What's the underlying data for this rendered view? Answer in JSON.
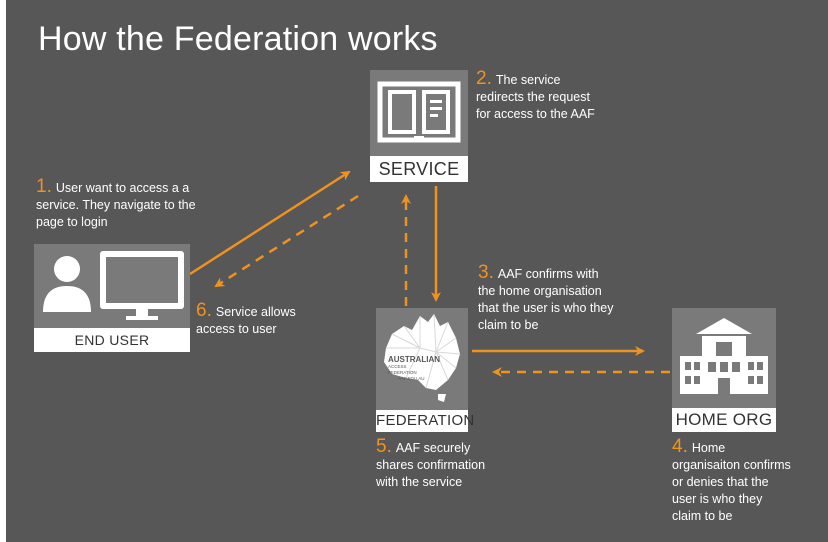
{
  "title": "How the Federation works",
  "nodes": {
    "service": "SERVICE",
    "end_user": "END USER",
    "federation": "FEDERATION",
    "home_org": "HOME ORG"
  },
  "federation_logo": {
    "line1": "AUSTRALIAN",
    "line2": "ACCESS FEDERATION",
    "line3": "AAF.EDU.AU"
  },
  "steps": [
    {
      "num": "1.",
      "text": "User want to access a a service. They navigate to the page to login"
    },
    {
      "num": "2.",
      "text": "The service redirects the request for access to the AAF"
    },
    {
      "num": "3.",
      "text": "AAF confirms with the home organisation that the user is who they claim to be"
    },
    {
      "num": "4.",
      "text": "Home organisaiton confirms or denies that the user is who they claim to be"
    },
    {
      "num": "5.",
      "text": "AAF securely shares confirmation with the service"
    },
    {
      "num": "6.",
      "text": "Service allows access to user"
    }
  ],
  "colors": {
    "background": "#575757",
    "node_box": "#7a7a7a",
    "accent": "#f0921e",
    "label_bg": "#ffffff"
  },
  "icons": {
    "service": "book-icon",
    "end_user": "user-computer-icon",
    "federation": "australia-map-icon",
    "home_org": "building-icon"
  }
}
